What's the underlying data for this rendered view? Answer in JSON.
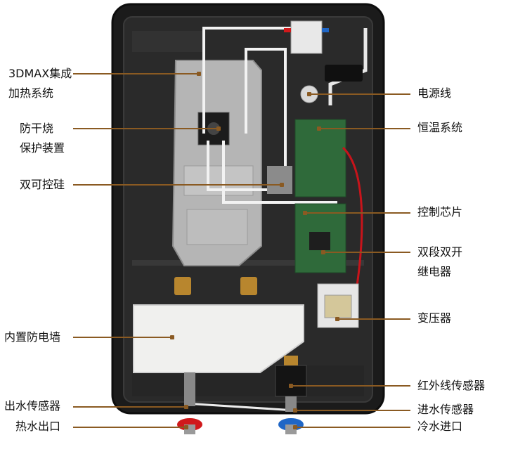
{
  "labels_left": [
    {
      "key": "heating",
      "lines": [
        "3DMAX集成",
        "加热系统"
      ]
    },
    {
      "key": "anti_dry",
      "lines": [
        "防干烧",
        "保护装置"
      ]
    },
    {
      "key": "scr",
      "lines": [
        "双可控硅"
      ]
    },
    {
      "key": "wall",
      "lines": [
        "内置防电墙"
      ]
    },
    {
      "key": "out_sensor",
      "lines": [
        "出水传感器"
      ]
    },
    {
      "key": "hot_outlet",
      "lines": [
        "热水出口"
      ]
    }
  ],
  "labels_right": [
    {
      "key": "power",
      "lines": [
        "电源线"
      ]
    },
    {
      "key": "thermo",
      "lines": [
        "恒温系统"
      ]
    },
    {
      "key": "chip",
      "lines": [
        "控制芯片"
      ]
    },
    {
      "key": "relay",
      "lines": [
        "双段双开",
        "继电器"
      ]
    },
    {
      "key": "transformer",
      "lines": [
        "变压器"
      ]
    },
    {
      "key": "ir",
      "lines": [
        "红外线传感器"
      ]
    },
    {
      "key": "in_sensor",
      "lines": [
        "进水传感器"
      ]
    },
    {
      "key": "cold_inlet",
      "lines": [
        "冷水进口"
      ]
    }
  ],
  "colors": {
    "leader": "#8a5a22",
    "casing": "#1a1a1a",
    "heater": "#a9a9a9",
    "board": "#2f6a3a",
    "hot_pipe": "#d0191b",
    "cold_pipe": "#1f66c6",
    "wire_white": "#f2f2f2"
  }
}
